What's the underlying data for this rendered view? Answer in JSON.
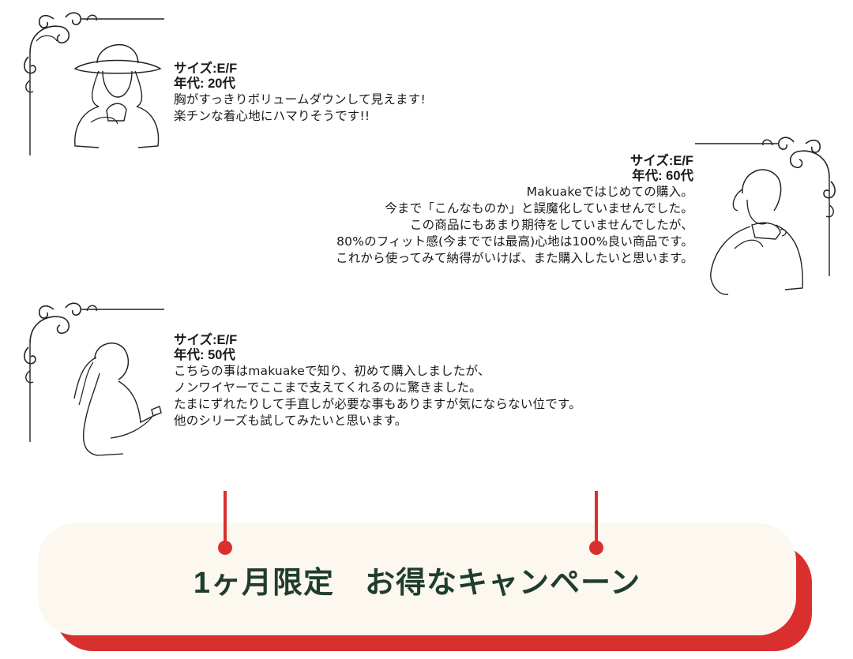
{
  "reviews": [
    {
      "size": "サイズ:E/F",
      "age": "年代: 20代",
      "lines": [
        "胸がすっきりボリュームダウンして見えます!",
        "楽チンな着心地にハマりそうです!!"
      ]
    },
    {
      "size": "サイズ:E/F",
      "age": "年代: 60代",
      "lines": [
        "Makuakeではじめての購入。",
        "今まで「こんなものか」と誤魔化していませんでした。",
        "この商品にもあまり期待をしていませんでしたが、",
        "80%のフィット感(今まででは最高)心地は100%良い商品です。",
        "これから使ってみて納得がいけば、また購入したいと思います。"
      ]
    },
    {
      "size": "サイズ:E/F",
      "age": "年代: 50代",
      "lines": [
        "こちらの事はmakuakeで知り、初めて購入しましたが、",
        "ノンワイヤーでここまで支えてくれるのに驚きました。",
        "たまにずれたりして手直しが必要な事もありますが気にならない位です。",
        "他のシリーズも試してみたいと思います。"
      ]
    }
  ],
  "banner": {
    "title": "1ヶ月限定　お得なキャンペーン"
  },
  "colors": {
    "accent": "#d9302f",
    "banner_bg": "#fcf7ef",
    "banner_text": "#1f3d2e"
  }
}
